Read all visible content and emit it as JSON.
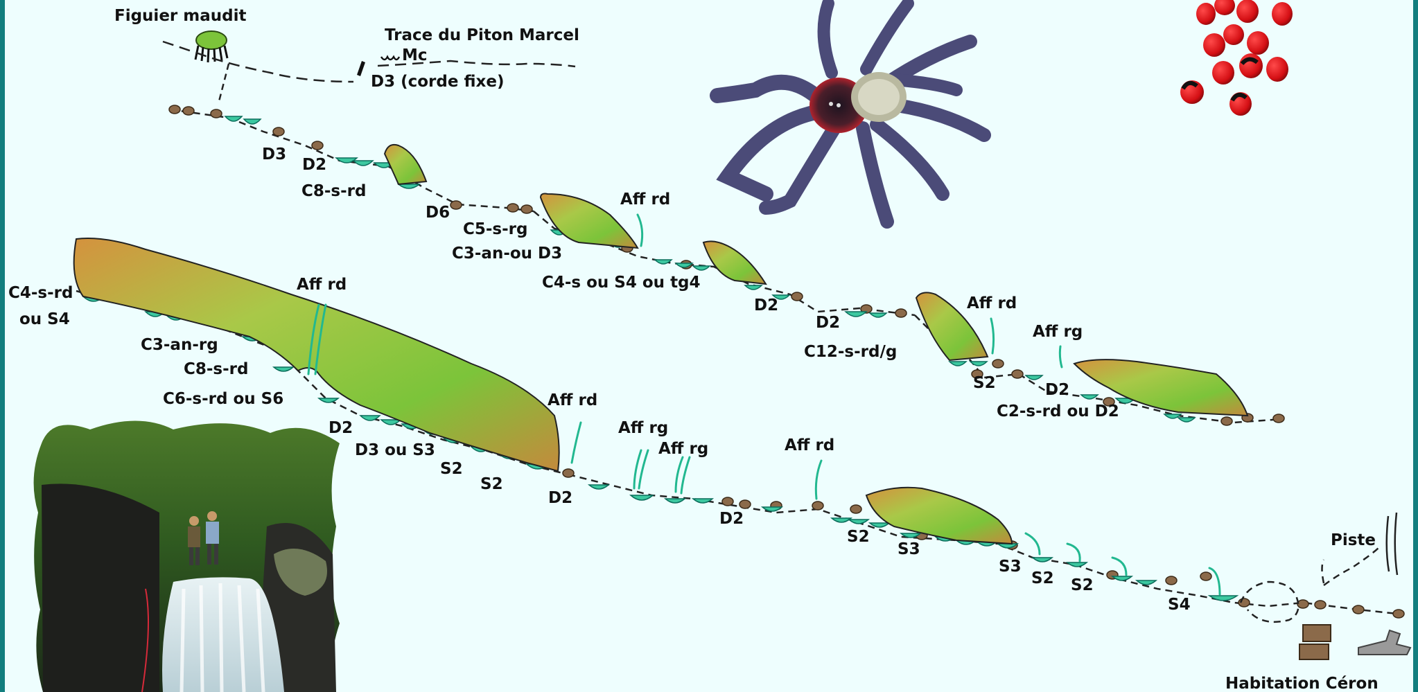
{
  "top_labels": {
    "fig_tree": "Figuier maudit",
    "trail": "Trace du Piton Marcel",
    "trail_marker": "Mc",
    "fixed_rope": "D3 (corde fixe)"
  },
  "obstacle_labels": [
    "D3",
    "D2",
    "C8-s-rd",
    "D6",
    "C5-s-rg",
    "C3-an-ou D3",
    "Aff rd",
    "C4-s ou S4 ou tg4",
    "D2",
    "D2",
    "C12-s-rd/g",
    "Aff rd",
    "Aff rg",
    "S2",
    "D2",
    "C2-s-rd ou D2",
    "C4-s-rd",
    "ou S4",
    "Aff rd",
    "C3-an-rg",
    "C8-s-rd",
    "C6-s-rd ou S6",
    "D2",
    "D3 ou S3",
    "S2",
    "S2",
    "Aff rd",
    "D2",
    "Aff rg",
    "Aff rg",
    "D2",
    "Aff rd",
    "S2",
    "S3",
    "S3",
    "S2",
    "S2",
    "S4"
  ],
  "bottom_labels": {
    "track": "Piste",
    "destination": "Habitation Céron"
  },
  "colors": {
    "background": "#eefefe",
    "frame": "#127e7e",
    "water": "#3cc8a0",
    "water_edge": "#0b6e5c",
    "rock": "#8b6a4a",
    "moss": "#8bc83a",
    "soil": "#d98c3a",
    "ink": "#111111"
  }
}
